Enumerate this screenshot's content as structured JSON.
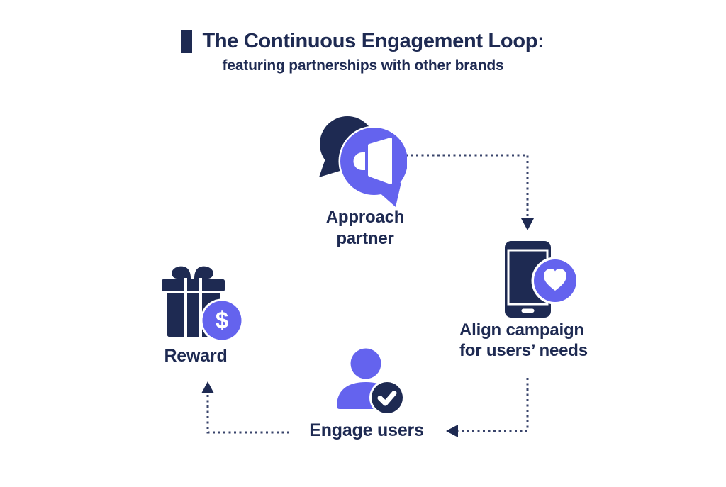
{
  "header": {
    "title": "The Continuous Engagement Loop:",
    "subtitle": "featuring partnerships with other brands"
  },
  "steps": [
    {
      "id": "approach-partner",
      "label": "Approach\npartner",
      "icon": "speech-bubbles-megaphone-icon"
    },
    {
      "id": "align-campaign",
      "label": "Align campaign\nfor users’ needs",
      "icon": "phone-heart-icon"
    },
    {
      "id": "engage-users",
      "label": "Engage users",
      "icon": "user-checkmark-icon"
    },
    {
      "id": "reward",
      "label": "Reward",
      "icon": "gift-dollar-icon"
    }
  ],
  "icons": {
    "reward_dollar_glyph": "$"
  },
  "connectors": [
    {
      "from": "approach-partner",
      "to": "align-campaign",
      "style": "dotted-arrow"
    },
    {
      "from": "align-campaign",
      "to": "engage-users",
      "style": "dotted-arrow"
    },
    {
      "from": "engage-users",
      "to": "reward",
      "style": "dotted-arrow"
    }
  ],
  "colors": {
    "navy": "#1e2a52",
    "purple": "#6463ee",
    "dotted_line": "#39446b",
    "background": "#ffffff"
  }
}
